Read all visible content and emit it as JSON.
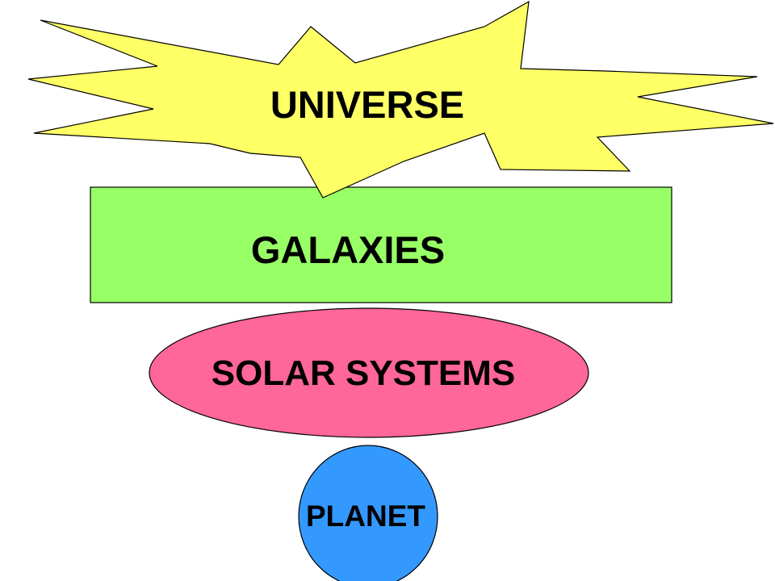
{
  "diagram": {
    "universe": {
      "label": "UNIVERSE",
      "fill": "#FFFF66"
    },
    "galaxies": {
      "label": "GALAXIES",
      "fill": "#99FF66"
    },
    "solar_systems": {
      "label": "SOLAR SYSTEMS",
      "fill": "#FF6699"
    },
    "planet": {
      "label": "PLANET",
      "fill": "#3399FF"
    },
    "stroke": "#000000"
  }
}
